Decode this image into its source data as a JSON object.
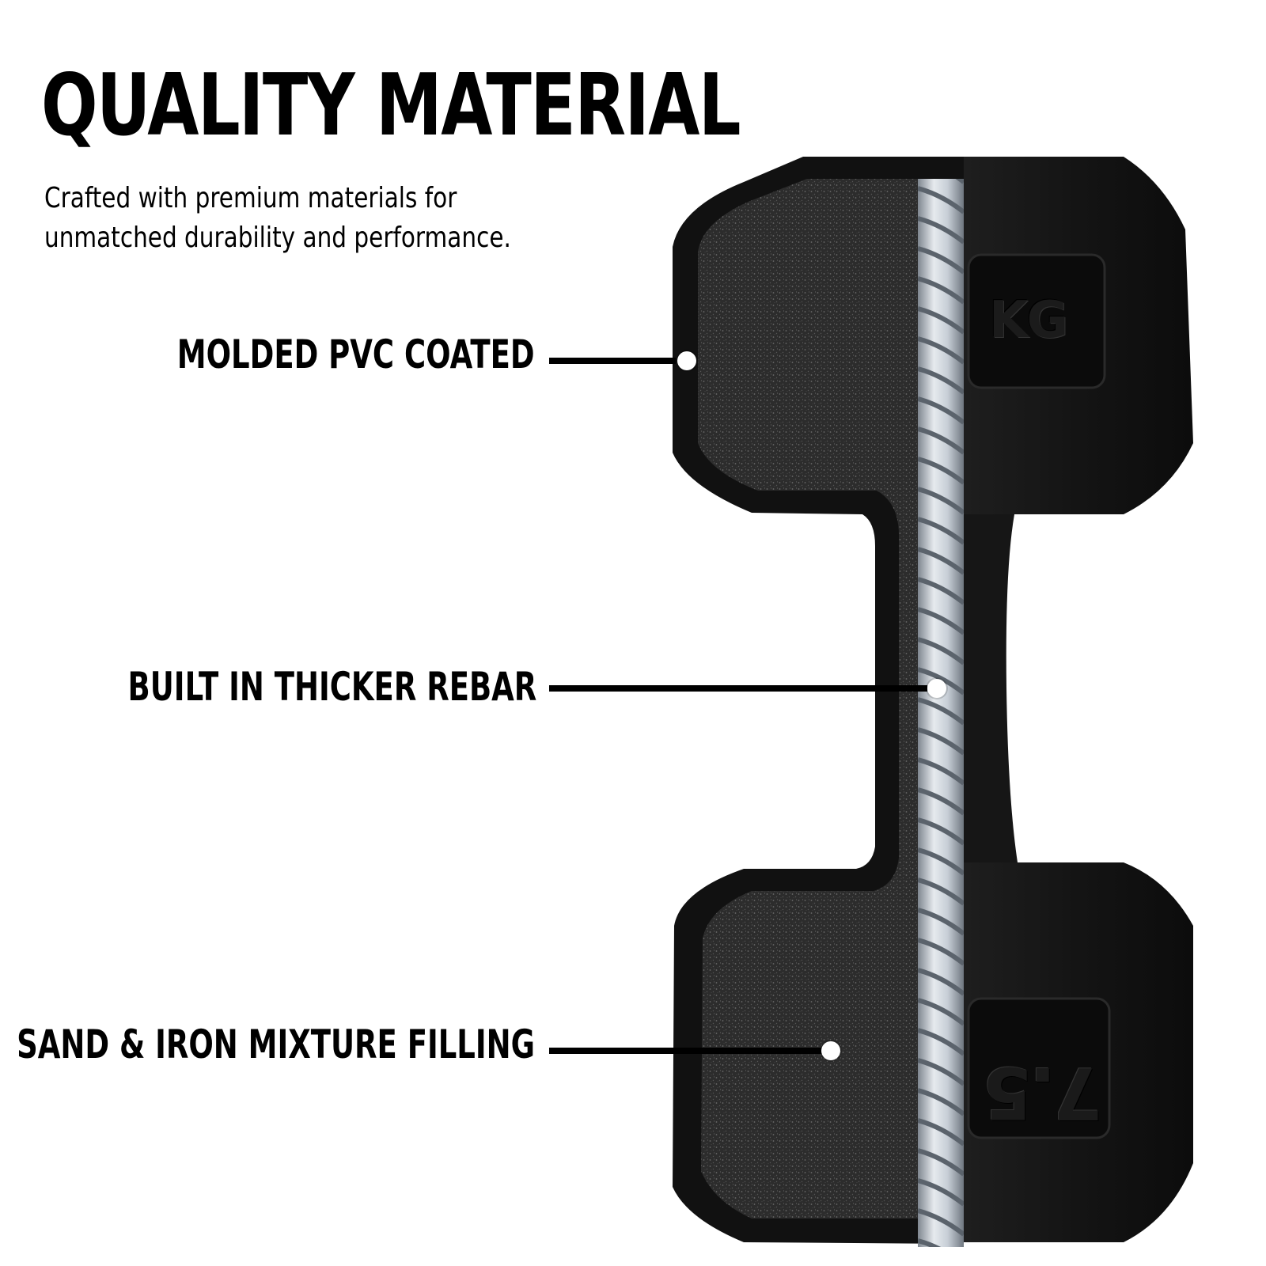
{
  "header": {
    "title": "QUALITY MATERIAL",
    "subtitle": "Crafted with premium materials for unmatched durability and performance."
  },
  "callouts": [
    {
      "label": "MOLDED PVC COATED"
    },
    {
      "label": "BUILT IN THICKER REBAR"
    },
    {
      "label": "SAND & IRON MIXTURE FILLING"
    }
  ],
  "dumbbell": {
    "unit_label": "KG",
    "weight_label": "7.5"
  },
  "colors": {
    "background": "#ffffff",
    "text": "#000000",
    "rubber": "#151515",
    "filling": "#2a2a2a",
    "rebar": "#b9c0c8"
  }
}
